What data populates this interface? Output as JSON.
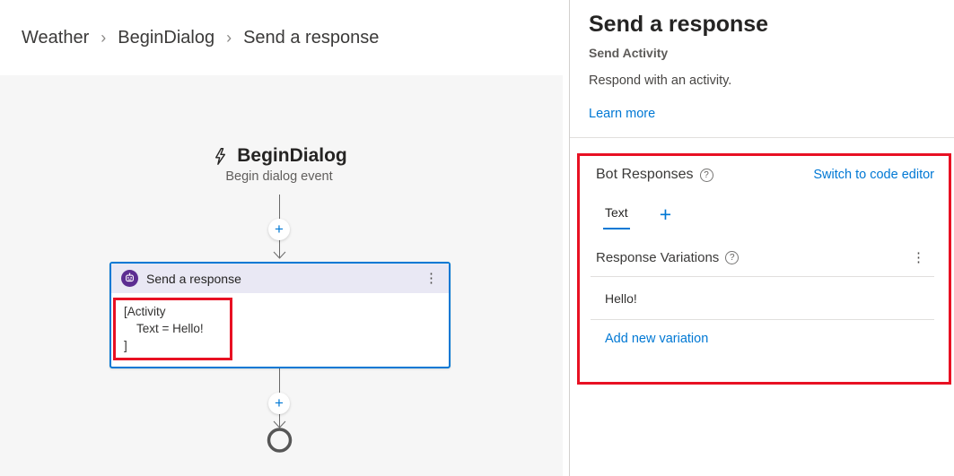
{
  "icons": {
    "help_glyph": "?",
    "ellipsis_glyph": "⋮",
    "plus_glyph": "+",
    "chevron_glyph": "›"
  },
  "colors": {
    "accent_blue": "#0078d4",
    "annotation_red": "#e81123",
    "node_header_lavender": "#e9e8f4",
    "bot_icon_purple": "#5c2d91",
    "canvas_gray": "#f6f6f6"
  },
  "breadcrumb": {
    "items": [
      "Weather",
      "BeginDialog",
      "Send a response"
    ]
  },
  "canvas": {
    "trigger": {
      "title": "BeginDialog",
      "subtitle": "Begin dialog event"
    },
    "node": {
      "title": "Send a response",
      "code_lines": [
        "[Activity",
        "Text = Hello!",
        "]"
      ]
    }
  },
  "panel": {
    "title": "Send a response",
    "subtitle": "Send Activity",
    "description": "Respond with an activity.",
    "learn_more_label": "Learn more",
    "bot_responses": {
      "label": "Bot Responses",
      "switch_link_label": "Switch to code editor",
      "tab_label": "Text",
      "variations_label": "Response Variations",
      "variations": [
        "Hello!"
      ],
      "add_variation_label": "Add new variation"
    }
  }
}
